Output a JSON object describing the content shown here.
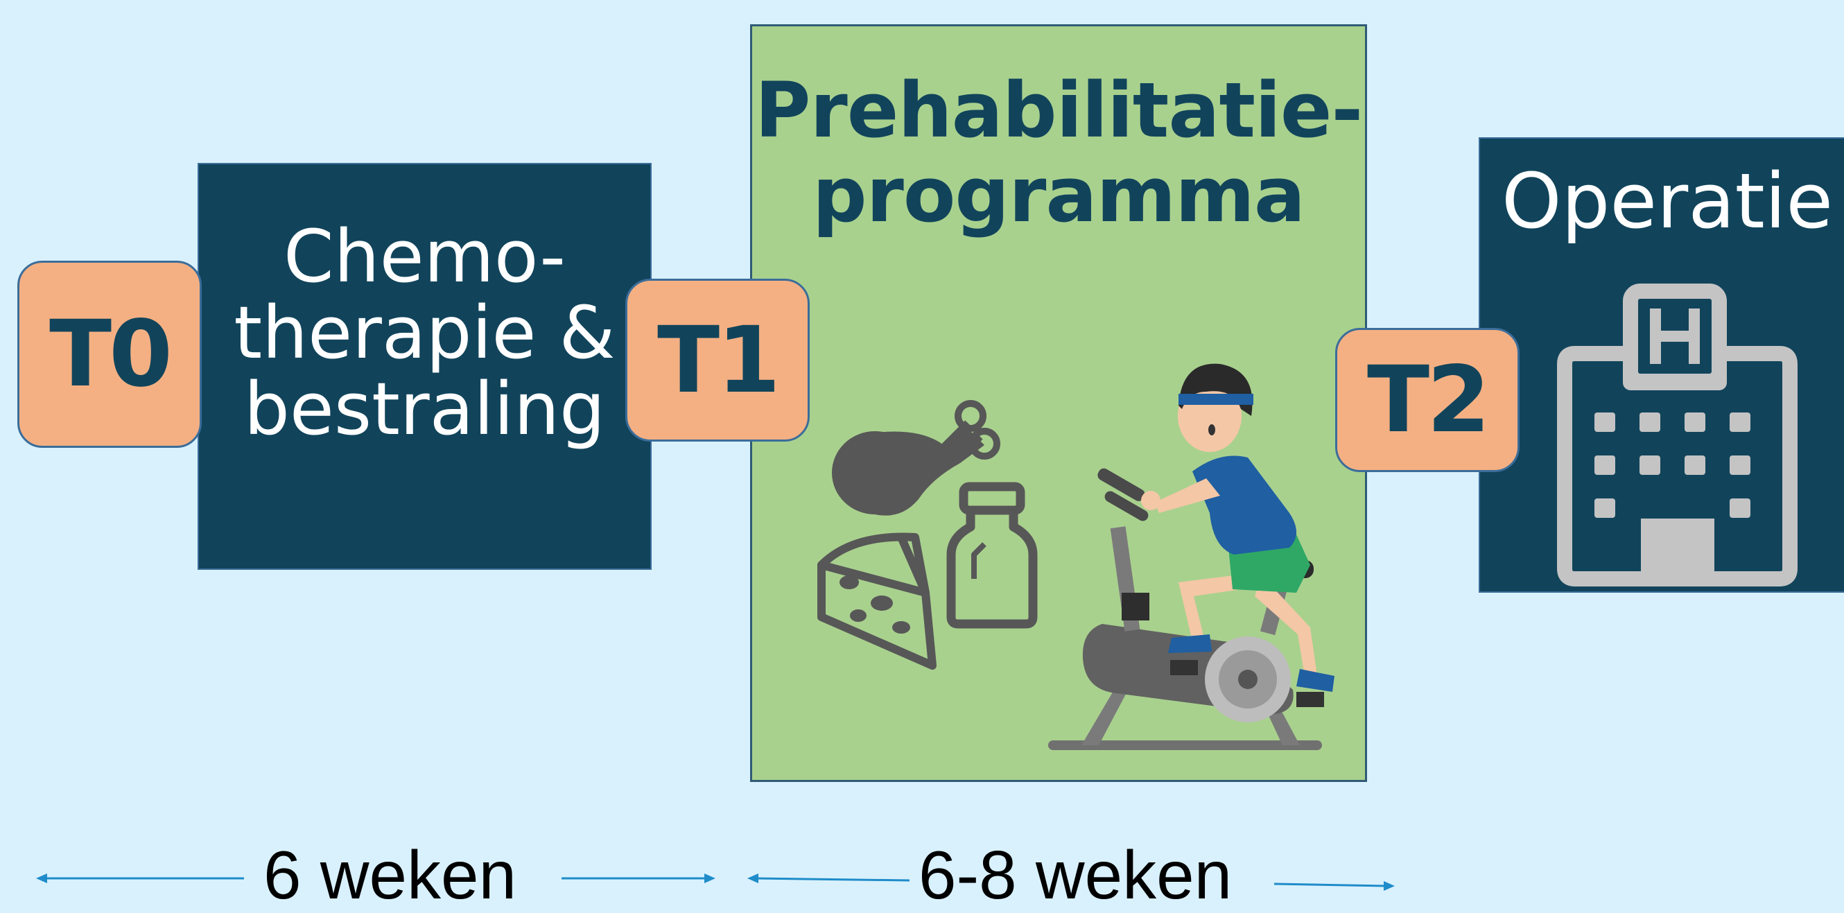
{
  "stages": {
    "chemo": {
      "lines": [
        "Chemo-",
        "therapie &",
        "bestraling"
      ]
    },
    "prehab": {
      "lines": [
        "Prehabilitatie-",
        "programma"
      ]
    },
    "operatie": {
      "title": "Operatie"
    }
  },
  "timepoints": [
    "T0",
    "T1",
    "T2"
  ],
  "durations": [
    "6 weken",
    "6-8 weken"
  ],
  "icons": [
    "drumstick-icon",
    "cheese-icon",
    "milk-bottle-icon",
    "exercise-bike-icon",
    "hospital-icon"
  ],
  "colors": {
    "background": "#d9f1fd",
    "dark_box": "#11445b",
    "green_box": "#a9d18e",
    "badge": "#f4b083",
    "arrow": "#1f8cc9"
  }
}
